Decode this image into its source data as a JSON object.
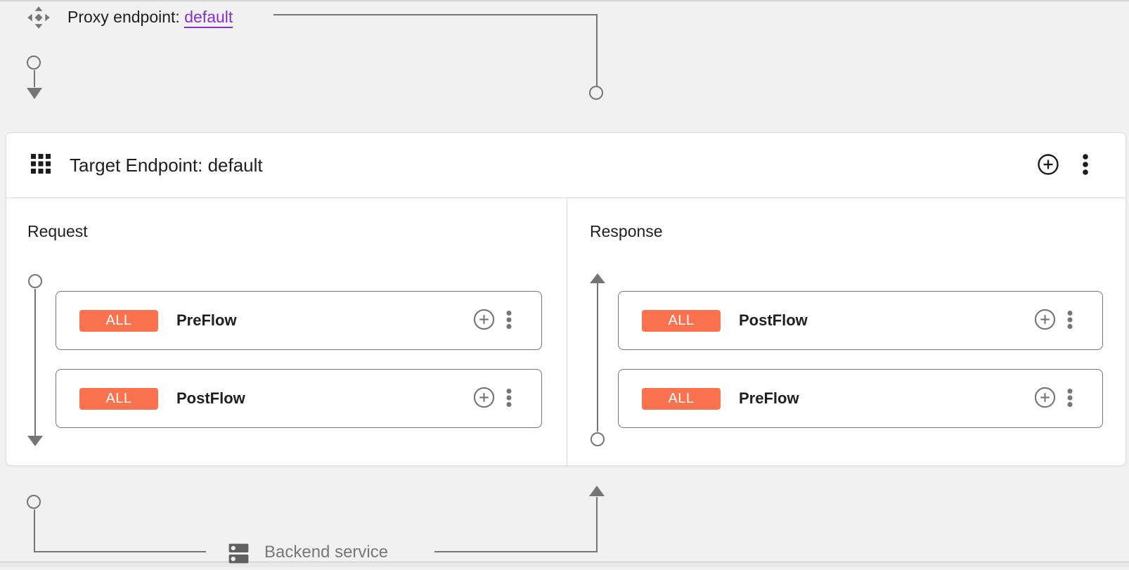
{
  "app": {
    "background": "#f1f1f2",
    "connector_color": "#757575",
    "accent_orange": "#fa724e",
    "link_purple": "#8430ce"
  },
  "proxy_endpoint": {
    "icon": "proxy-endpoint-icon",
    "label": "Proxy endpoint:",
    "link_text": "default"
  },
  "target_endpoint": {
    "icon": "grid-icon",
    "title": "Target Endpoint: default",
    "add_button_icon": "add-circle-icon",
    "menu_button_icon": "more-vert-icon",
    "request": {
      "label": "Request",
      "flows": [
        {
          "badge": "ALL",
          "name": "PreFlow"
        },
        {
          "badge": "ALL",
          "name": "PostFlow"
        }
      ]
    },
    "response": {
      "label": "Response",
      "flows": [
        {
          "badge": "ALL",
          "name": "PostFlow"
        },
        {
          "badge": "ALL",
          "name": "PreFlow"
        }
      ]
    }
  },
  "backend_service": {
    "icon": "dns-icon",
    "label": "Backend service"
  }
}
